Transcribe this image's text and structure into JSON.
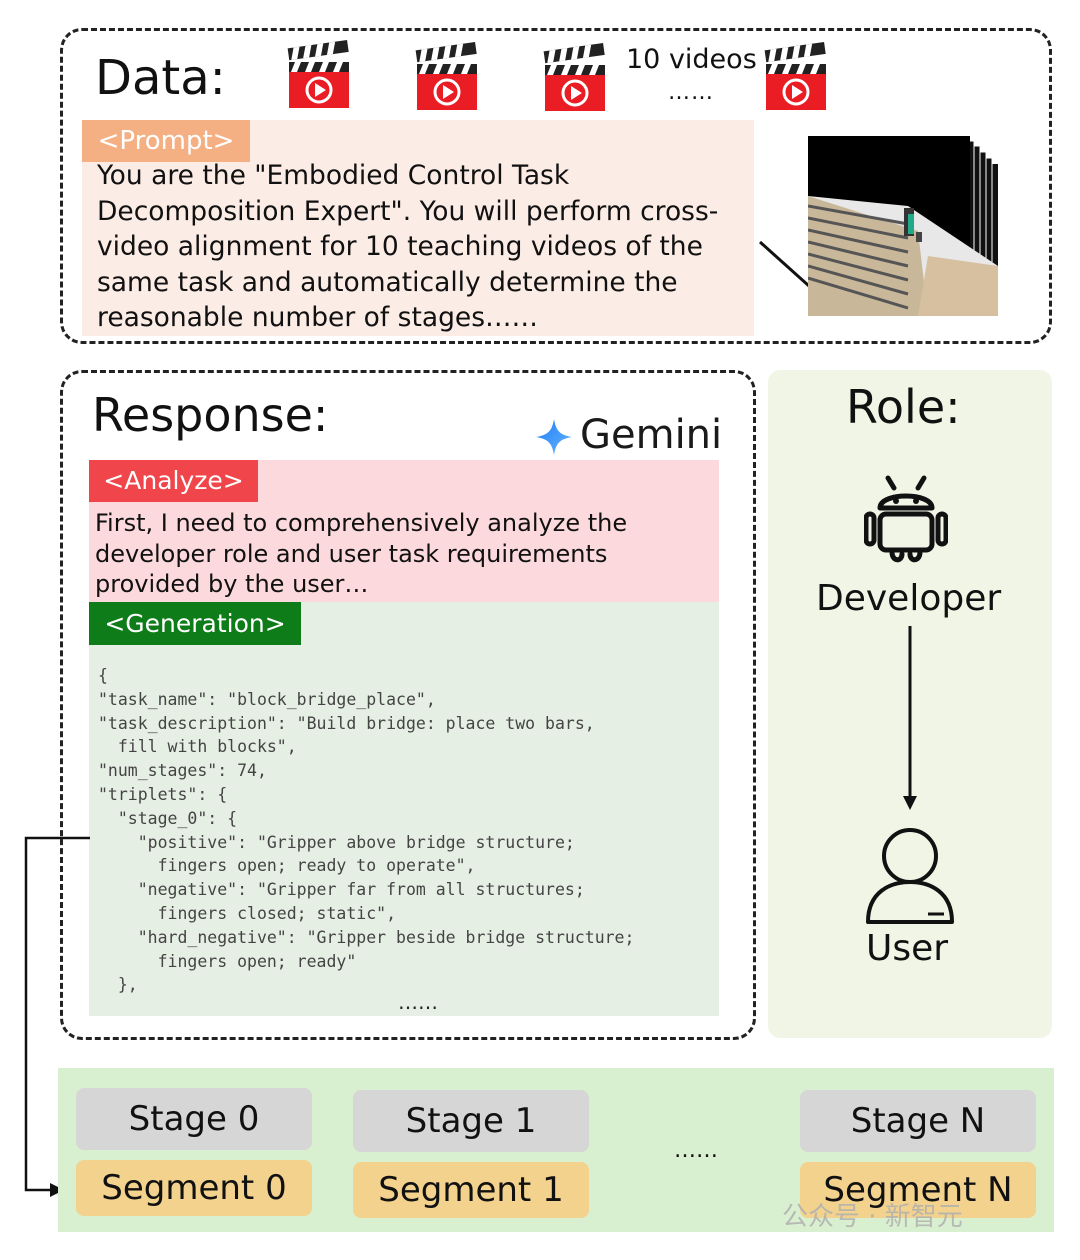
{
  "data_section": {
    "title": "Data:",
    "videos_label": "10 videos",
    "videos_dots": "……",
    "prompt_tag": "<Prompt>",
    "prompt_text": "You are the \"Embodied Control Task Decomposition Expert\". You will perform cross-video alignment for 10 teaching videos of the same task and automatically determine the reasonable number of stages……",
    "icons": [
      "video-clapper-icon",
      "video-clapper-icon",
      "video-clapper-icon",
      "video-clapper-icon"
    ],
    "colors": {
      "clapper_red": "#ea1c24",
      "prompt_tag": "#f4b083",
      "prompt_bg": "#fcece6"
    }
  },
  "response_section": {
    "title": "Response:",
    "model": "Gemini",
    "analyze_tag": "<Analyze>",
    "analyze_text": "First, I need to comprehensively analyze the developer role and user task requirements provided by the user…",
    "generation_tag": "<Generation>",
    "code_lines": [
      "{",
      "\"task_name\": \"block_bridge_place\",",
      "\"task_description\": \"Build bridge: place two bars,",
      "  fill with blocks\",",
      "\"num_stages\": 74,",
      "\"triplets\": {",
      "  \"stage_0\": {",
      "    \"positive\": \"Gripper above bridge structure;",
      "      fingers open; ready to operate\",",
      "    \"negative\": \"Gripper far from all structures;",
      "      fingers closed; static\",",
      "    \"hard_negative\": \"Gripper beside bridge structure;",
      "      fingers open; ready\"",
      "  },"
    ],
    "code_dots": "……",
    "colors": {
      "analyze_tag": "#f0454a",
      "analyze_bg": "#fbd9dc",
      "generation_tag": "#0f7c1a",
      "generation_bg": "#e6efe4"
    }
  },
  "role_section": {
    "title": "Role:",
    "developer_label": "Developer",
    "user_label": "User",
    "icons": [
      "android-robot-icon",
      "user-person-icon"
    ]
  },
  "stages_section": {
    "stages": [
      {
        "stage": "Stage 0",
        "segment": "Segment 0"
      },
      {
        "stage": "Stage 1",
        "segment": "Segment 1"
      },
      {
        "stage": "Stage N",
        "segment": "Segment N"
      }
    ],
    "dots": "……",
    "colors": {
      "stage_bg": "#d6d6d6",
      "segment_bg": "#f3d28e",
      "area_bg": "#d9f0d0"
    }
  },
  "watermark": "公众号 · 新智元"
}
